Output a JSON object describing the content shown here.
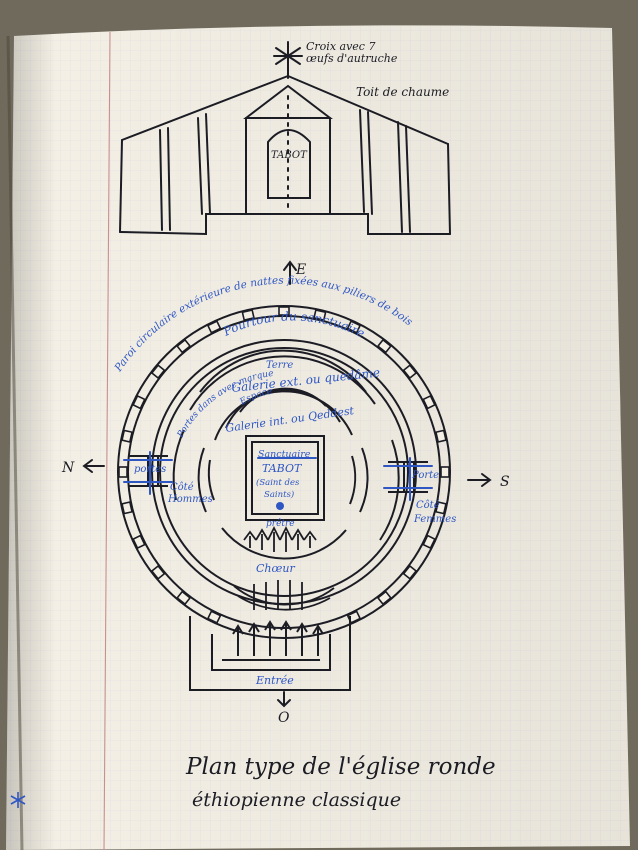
{
  "colors": {
    "paper": "#f3efe4",
    "ink_black": "#1c1c24",
    "ink_blue": "#2f57c4",
    "grid": "#dcd6e8",
    "margin": "#c98f8f",
    "background": "#6f6a5c"
  },
  "elevation": {
    "cross_note_1": "Croix avec 7",
    "cross_note_2": "œufs d'autruche",
    "roof_note": "Toit de chaume",
    "tabot": "TABOT"
  },
  "plan": {
    "north": "N",
    "south": "S",
    "east": "E",
    "west": "O",
    "outer_wall": "Paroi circulaire extérieure de nattes fixées aux piliers de bois",
    "ambulatory": "Pourtour du sanctuaire",
    "terrace": "Terre",
    "outer_gallery": "Galerie ext. ou quedâme",
    "inner_arc": "Espace",
    "inner_gallery": "Galerie int. ou Qeddest",
    "left_arc": "Portes dans avec marque",
    "sanctuary": "Sanctuaire",
    "sanctuary_tabot": "TABOT",
    "holy_of_holies_1": "(Saint des",
    "holy_of_holies_2": "Saints)",
    "priest": "prêtre",
    "choir": "Chœur",
    "left_door": "portes",
    "men_side_1": "Côté",
    "men_side_2": "Hommes",
    "right_door": "Porte",
    "women_side_1": "Côté",
    "women_side_2": "Femmes",
    "entrance": "Entrée"
  },
  "caption": {
    "line1": "Plan type de l'église ronde",
    "line2": "éthiopienne classique"
  }
}
